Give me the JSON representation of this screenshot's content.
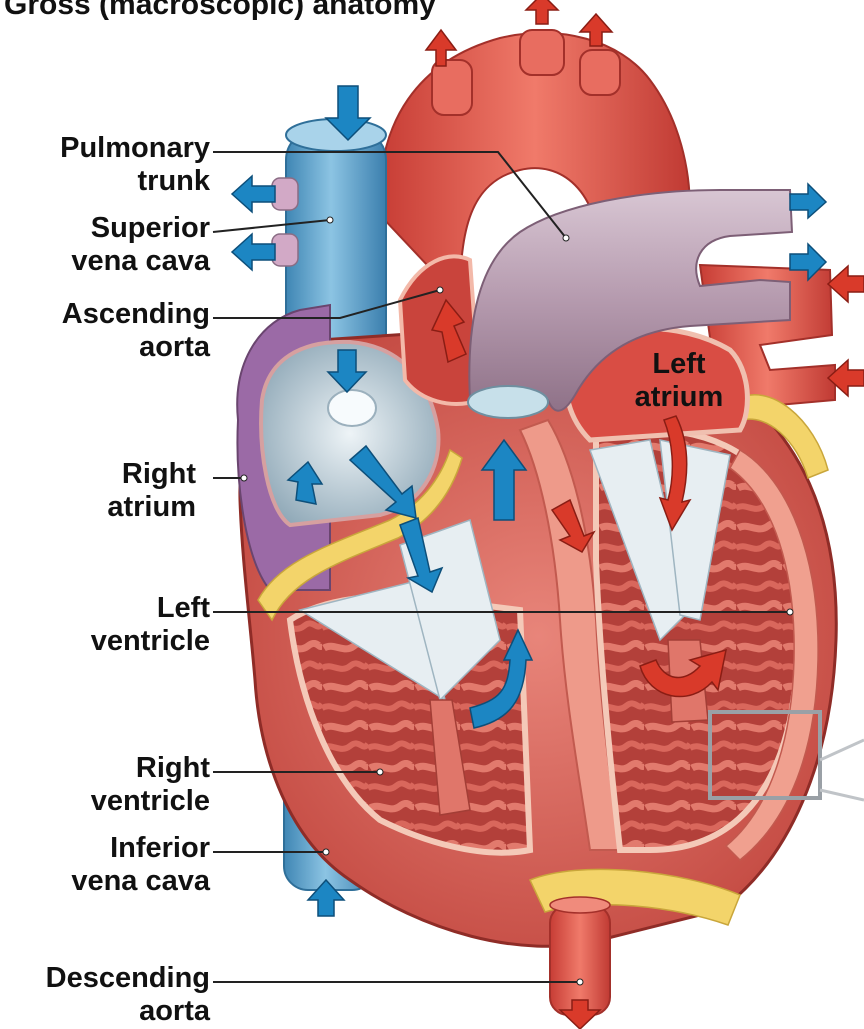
{
  "title": "Gross (macroscopic) anatomy",
  "colors": {
    "vein_blue": "#5ea7cf",
    "artery_red": "#e05a4c",
    "muscle": "#d9645d",
    "pulmonary_trunk": "#b79fb0",
    "fat": "#f3d46a",
    "flow_blue": "#1c86c3",
    "flow_red": "#d93a2a"
  },
  "labels": {
    "pulmonary_trunk": [
      "Pulmonary",
      "trunk"
    ],
    "superior_vena_cava": [
      "Superior",
      "vena cava"
    ],
    "ascending_aorta": [
      "Ascending",
      "aorta"
    ],
    "right_atrium": [
      "Right",
      "atrium"
    ],
    "left_ventricle": [
      "Left",
      "ventricle"
    ],
    "right_ventricle": [
      "Right",
      "ventricle"
    ],
    "inferior_vena_cava": [
      "Inferior",
      "vena cava"
    ],
    "descending_aorta": [
      "Descending",
      "aorta"
    ],
    "left_atrium": [
      "Left",
      "atrium"
    ]
  }
}
